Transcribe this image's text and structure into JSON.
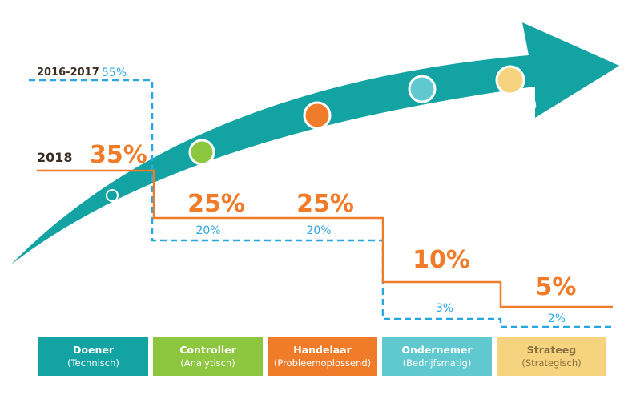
{
  "colors": {
    "teal": "#13a3a3",
    "orange": "#f07c2a",
    "blue": "#2aa7e3",
    "green": "#8dc63f",
    "light_teal": "#5fc9cf",
    "yellow": "#f6d37e",
    "dark": "#3a2e24"
  },
  "series": {
    "year_2018": {
      "label": "2018",
      "values": [
        "35%",
        "25%",
        "25%",
        "10%",
        "5%"
      ]
    },
    "year_2016_2017": {
      "label": "2016-2017",
      "values": [
        "55%",
        "20%",
        "20%",
        "3%",
        "2%"
      ]
    }
  },
  "arrow_roles": [
    "Doener",
    "Controller",
    "Handelaar",
    "Ondernemer",
    "Strateeg"
  ],
  "legend": [
    {
      "title": "Doener",
      "subtitle": "(Technisch)",
      "color": "#13a3a3",
      "text_color": "#ffffff"
    },
    {
      "title": "Controller",
      "subtitle": "(Analytisch)",
      "color": "#8dc63f",
      "text_color": "#ffffff"
    },
    {
      "title": "Handelaar",
      "subtitle": "(Probleemoplossend)",
      "color": "#f07c2a",
      "text_color": "#ffffff"
    },
    {
      "title": "Ondernemer",
      "subtitle": "(Bedrijfsmatig)",
      "color": "#5fc9cf",
      "text_color": "#ffffff"
    },
    {
      "title": "Strateeg",
      "subtitle": "(Strategisch)",
      "color": "#f6d37e",
      "text_color": "#8a7040"
    }
  ]
}
